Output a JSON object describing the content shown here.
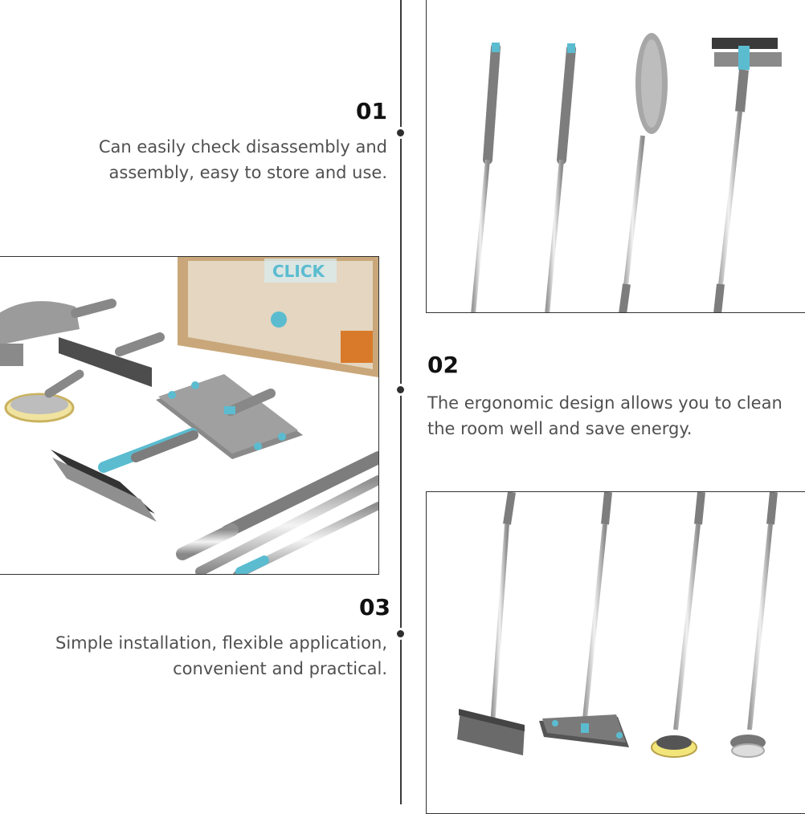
{
  "sections": [
    {
      "number": "01",
      "lines": [
        "Can easily check disassembly and",
        "assembly, easy to store and use."
      ]
    },
    {
      "number": "02",
      "lines": [
        "The ergonomic design allows you to clean",
        "the room well and save energy."
      ]
    },
    {
      "number": "03",
      "lines": [
        "Simple installation, flexible application,",
        "convenient and practical."
      ]
    }
  ],
  "box_text": {
    "sign": "CLICK"
  },
  "colors": {
    "accent": "#5bbcd0",
    "handle_gray": "#7d7d7d",
    "steel": "#c8c8c8",
    "line": "#2e2e2e"
  },
  "icons": [
    "dot-marker",
    "extension-pole",
    "duster-head",
    "squeegee-head",
    "mop-head",
    "brush-head",
    "scrub-pad-head"
  ]
}
